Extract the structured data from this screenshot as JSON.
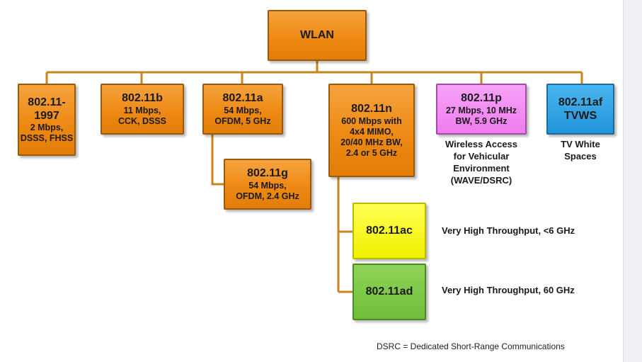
{
  "root": {
    "label": "WLAN"
  },
  "standards": [
    {
      "title": "802.11-",
      "lines": [
        "1997",
        "2 Mbps,",
        "DSSS, FHSS"
      ]
    },
    {
      "title": "802.11b",
      "lines": [
        "11 Mbps,",
        "CCK, DSSS"
      ]
    },
    {
      "title": "802.11a",
      "lines": [
        "54 Mbps,",
        "OFDM, 5 GHz"
      ]
    },
    {
      "title": "802.11n",
      "lines": [
        "600 Mbps with",
        "4x4 MIMO,",
        "20/40 MHz BW,",
        "2.4 or 5 GHz"
      ]
    },
    {
      "title": "802.11p",
      "lines": [
        "27 Mbps, 10 MHz",
        "BW, 5.9 GHz"
      ]
    },
    {
      "title": "802.11af",
      "lines": [
        "TVWS"
      ]
    }
  ],
  "sub_standards": [
    {
      "title": "802.11g",
      "lines": [
        "54 Mbps,",
        "OFDM, 2.4 GHz"
      ]
    },
    {
      "title": "802.11ac",
      "description": "Very High Throughput,  <6 GHz"
    },
    {
      "title": "802.11ad",
      "description": "Very High Throughput,  60 GHz"
    }
  ],
  "annotations": {
    "p": [
      "Wireless Access",
      "for Vehicular",
      "Environment",
      "(WAVE/DSRC)"
    ],
    "af": [
      "TV White",
      "Spaces"
    ]
  },
  "footnote": "DSRC = Dedicated Short-Range Communications",
  "colors": {
    "orange": "#ee8a14",
    "pink": "#ee7cee",
    "blue": "#2294d8",
    "yellow": "#f1f100",
    "green": "#6fbd3b",
    "connector": "#c7841f"
  }
}
